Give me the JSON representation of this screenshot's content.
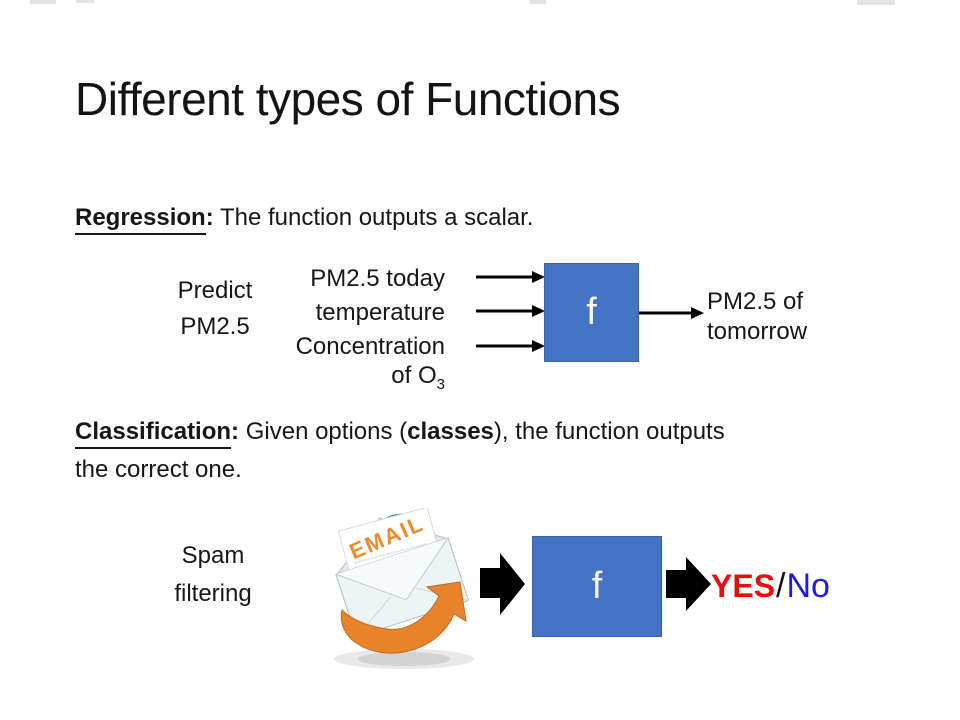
{
  "slide_title": "Different types of Functions",
  "regression": {
    "heading_term": "Regression",
    "heading_colon": ":",
    "heading_rest": " The function outputs a scalar.",
    "example_label": {
      "line1": "Predict",
      "line2": "PM2.5"
    },
    "inputs": {
      "line1": "PM2.5 today",
      "line2": "temperature",
      "line3": "Concentration",
      "line4_base": "of O",
      "line4_subscript": "3"
    },
    "function_symbol": "f",
    "output": {
      "line1": "PM2.5 of",
      "line2": "tomorrow"
    }
  },
  "classification": {
    "heading_term": "Classification",
    "heading_colon": ":",
    "line1_pre": " Given options (",
    "line1_bold": "classes",
    "line1_post": "), the function outputs",
    "line2": "the correct one.",
    "example_label": {
      "line1": "Spam",
      "line2": "filtering"
    },
    "email_icon_text": "EMAIL",
    "function_symbol": "f",
    "result": {
      "yes": "YES",
      "separator": "/",
      "no": "No"
    }
  },
  "icons": {
    "email": "email-envelope-with-orange-arrow-icon",
    "block_arrow": "solid-black-right-arrow",
    "thin_arrow": "thin-black-right-arrow"
  },
  "colors": {
    "function_box_blue": "#4472C4",
    "yes_red": "#ED0B0B",
    "no_blue": "#1C1CDF",
    "arrow_black": "#000000",
    "email_orange": "#E8832C",
    "text_black": "#171717"
  }
}
